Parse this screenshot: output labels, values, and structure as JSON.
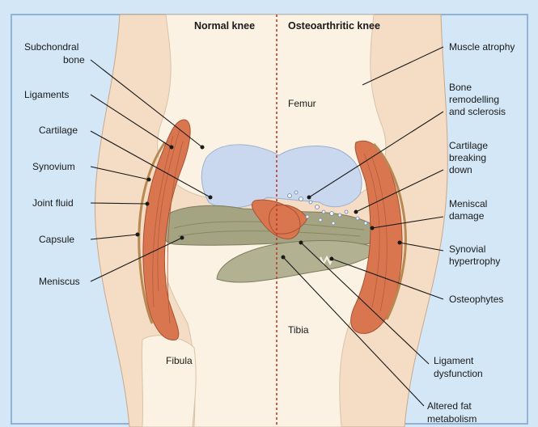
{
  "header": {
    "normal": "Normal knee",
    "osteoarthritic": "Osteoarthritic knee"
  },
  "labels_left": {
    "subchondral_bone_line1": "Subchondral",
    "subchondral_bone_line2": "bone",
    "ligaments": "Ligaments",
    "cartilage": "Cartilage",
    "synovium": "Synovium",
    "joint_fluid": "Joint fluid",
    "capsule": "Capsule",
    "meniscus": "Meniscus"
  },
  "labels_right": {
    "muscle_atrophy": "Muscle atrophy",
    "bone_remodelling_line1": "Bone",
    "bone_remodelling_line2": "remodelling",
    "bone_remodelling_line3": "and sclerosis",
    "cartilage_breaking_line1": "Cartilage",
    "cartilage_breaking_line2": "breaking",
    "cartilage_breaking_line3": "down",
    "meniscal_damage_line1": "Meniscal",
    "meniscal_damage_line2": "damage",
    "synovial_hypertrophy_line1": "Synovial",
    "synovial_hypertrophy_line2": "hypertrophy",
    "osteophytes": "Osteophytes",
    "ligament_dysfunction_line1": "Ligament",
    "ligament_dysfunction_line2": "dysfunction",
    "altered_fat_line1": "Altered fat",
    "altered_fat_line2": "metabolism"
  },
  "bones": {
    "femur": "Femur",
    "tibia": "Tibia",
    "fibula": "Fibula"
  },
  "colors": {
    "background": "#d3e7f6",
    "frame": "#8fb3d6",
    "skin": "#f5dcc4",
    "bone": "#fbf2e3",
    "cartilage": "#c9d8ee",
    "meniscus": "#a4a483",
    "muscle": "#d9764f",
    "divider": "#c0392b"
  }
}
